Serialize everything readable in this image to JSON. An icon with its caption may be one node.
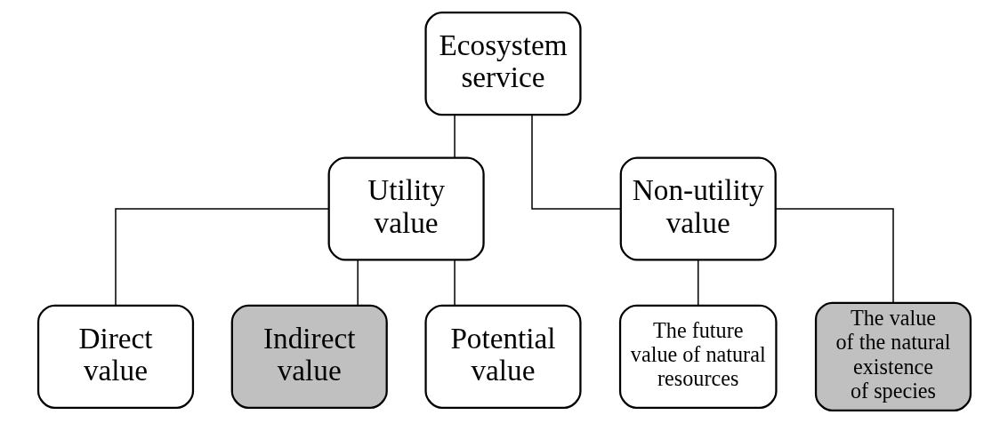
{
  "diagram": {
    "nodes": [
      {
        "text": [
          "Ecosystem service"
        ]
      },
      {
        "text": [
          "Utility value"
        ]
      },
      {
        "text": [
          "Non-utility value"
        ]
      },
      {
        "text": [
          "Direct value"
        ]
      },
      {
        "text": [
          "Indirect value"
        ]
      },
      {
        "text": [
          "Potential value"
        ]
      },
      {
        "text": [
          "The future value of natural resources"
        ]
      },
      {
        "text": [
          "The value of the natural existence of species"
        ]
      }
    ],
    "edges": [
      {
        "from": 0,
        "to": 1,
        "arrow": "none"
      },
      {
        "from": 0,
        "to": 2,
        "arrow": "none"
      },
      {
        "from": 1,
        "to": 3,
        "arrow": "none"
      },
      {
        "from": 1,
        "to": 4,
        "arrow": "none"
      },
      {
        "from": 1,
        "to": 5,
        "arrow": "none"
      },
      {
        "from": 2,
        "to": 6,
        "arrow": "none"
      },
      {
        "from": 2,
        "to": 7,
        "arrow": "none"
      }
    ]
  }
}
